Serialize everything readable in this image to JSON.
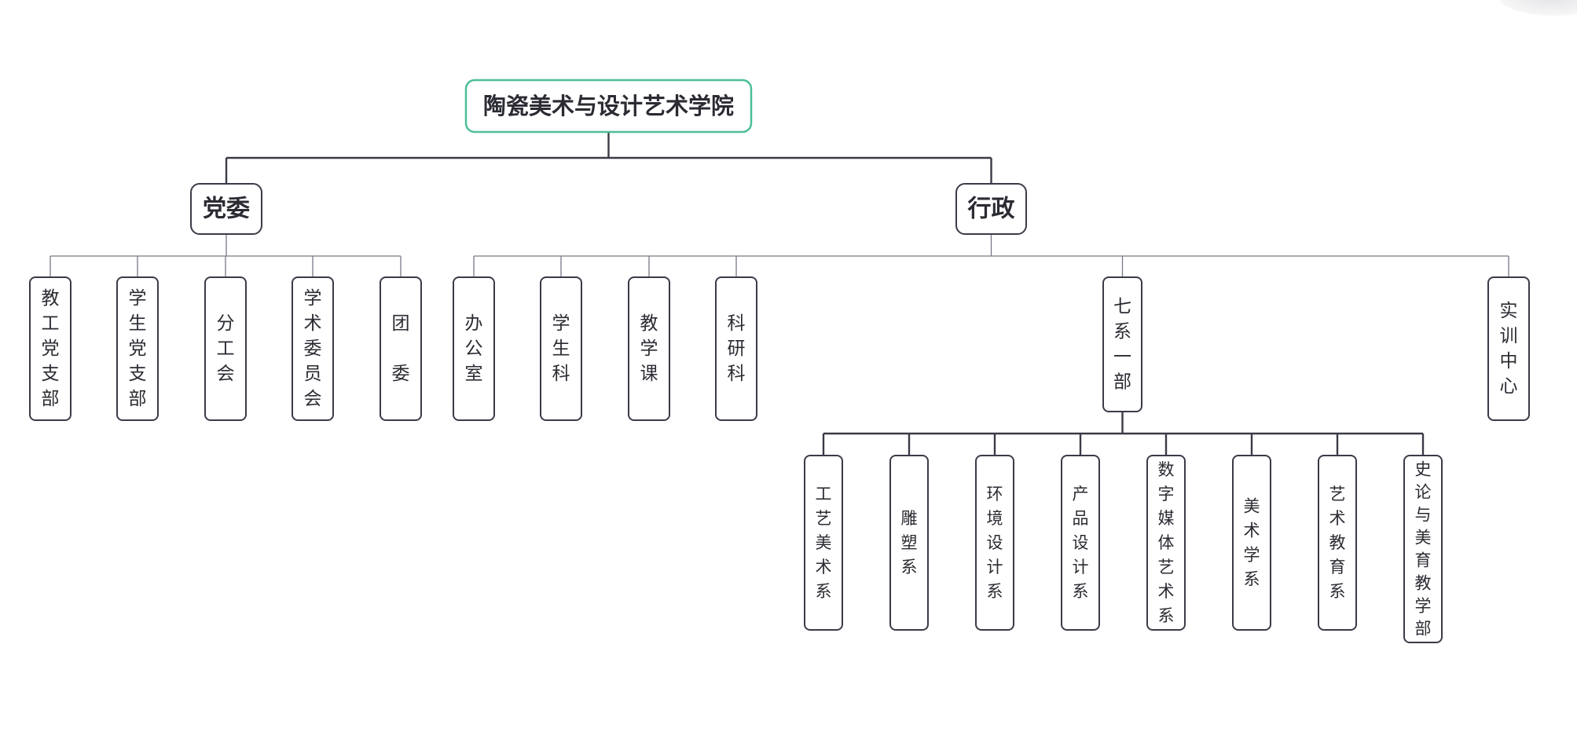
{
  "colors": {
    "root_border": "#4cbf95",
    "node_border": "#3a3b48",
    "text": "#2b2b33"
  },
  "nodes": {
    "root": "陶瓷美术与设计艺术学院",
    "party": "党委",
    "admin": "行政",
    "jiaogong": "教工党支部",
    "xuesheng_dang": "学生党支部",
    "fengonghui": "分工会",
    "xueshu": "学术委员会",
    "tuanwei": "团委",
    "bangong": "办公室",
    "xueshengke": "学生科",
    "jiaoxueke": "教学课",
    "keyanke": "科研科",
    "qixi": "七系一部",
    "shixun": "实训中心",
    "gongyi": "工艺美术系",
    "diaosu": "雕塑系",
    "huanjing": "环境设计系",
    "chanpin": "产品设计系",
    "shuzi": "数字媒体艺术系",
    "meishu": "美术学系",
    "yishu_jy": "艺术教育系",
    "shilun": "史论与美育教学部"
  }
}
